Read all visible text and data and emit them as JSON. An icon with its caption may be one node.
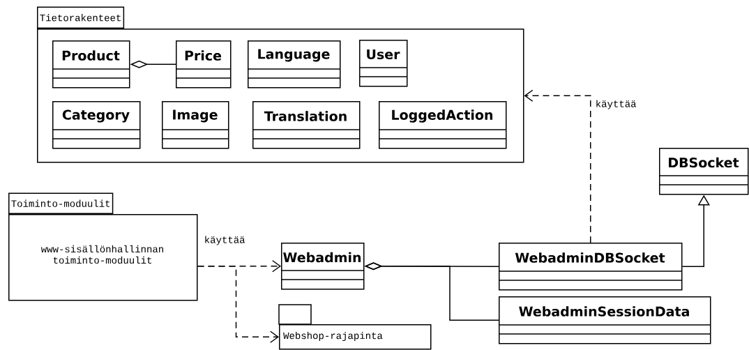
{
  "diagram": {
    "nodes": [
      {
        "text": [
          "Tietorakenteet"
        ]
      },
      {
        "text": [
          "Product"
        ],
        "in": 0
      },
      {
        "text": [
          "Price"
        ],
        "in": 0
      },
      {
        "text": [
          "Language"
        ],
        "in": 0
      },
      {
        "text": [
          "User"
        ],
        "in": 0
      },
      {
        "text": [
          "Category"
        ],
        "in": 0
      },
      {
        "text": [
          "Image"
        ],
        "in": 0
      },
      {
        "text": [
          "Translation"
        ],
        "in": 0
      },
      {
        "text": [
          "LoggedAction"
        ],
        "in": 0
      },
      {
        "text": [
          "DBSocket"
        ]
      },
      {
        "text": [
          "Toiminto-moduulit",
          "www-sisällönhallinnan toiminto-moduulit"
        ]
      },
      {
        "text": [
          "Webadmin"
        ]
      },
      {
        "text": [
          "WebadminDBSocket"
        ]
      },
      {
        "text": [
          "Webshop-rajapinta"
        ]
      },
      {
        "text": [
          "WebadminSessionData"
        ]
      }
    ],
    "edges": [
      {
        "from": 2,
        "to": 1,
        "arrow": "other"
      },
      {
        "from": 12,
        "to": 0,
        "arrow": "to",
        "style": "dashed",
        "label": "käyttää"
      },
      {
        "from": 12,
        "to": 9,
        "arrow": "to"
      },
      {
        "from": 10,
        "to": 11,
        "arrow": "to",
        "style": "dashed",
        "label": "käyttää"
      },
      {
        "from": 10,
        "to": 13,
        "arrow": "to",
        "style": "dashed"
      },
      {
        "from": 12,
        "to": 11,
        "arrow": "other"
      },
      {
        "from": 14,
        "to": 11,
        "arrow": "other"
      }
    ]
  }
}
